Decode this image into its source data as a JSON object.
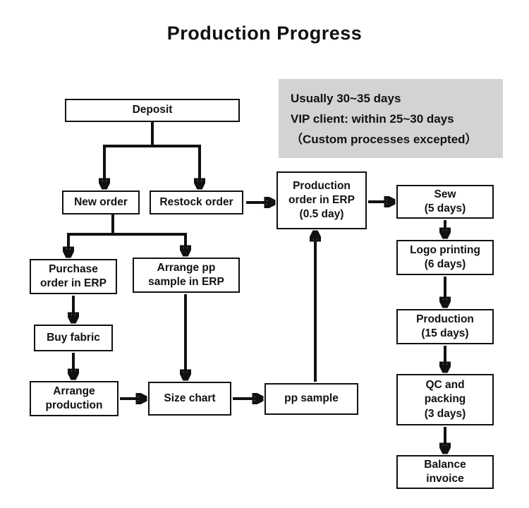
{
  "title": "Production Progress",
  "info_box": {
    "lines": [
      "Usually 30~35 days",
      "VIP client: within 25~30 days",
      "（Custom processes excepted）"
    ]
  },
  "nodes": {
    "deposit": "Deposit",
    "new_order": "New order",
    "restock_order": "Restock order",
    "production_order": "Production\norder in ERP\n(0.5 day)",
    "purchase_order": "Purchase\norder in ERP",
    "arrange_pp_sample": "Arrange pp\nsample in ERP",
    "buy_fabric": "Buy fabric",
    "arrange_production": "Arrange\nproduction",
    "size_chart": "Size chart",
    "pp_sample": "pp sample",
    "sew": "Sew\n(5 days)",
    "logo_printing": "Logo printing\n(6 days)",
    "production": "Production\n(15 days)",
    "qc_packing": "QC and\npacking\n(3 days)",
    "balance_invoice": "Balance\ninvoice"
  }
}
